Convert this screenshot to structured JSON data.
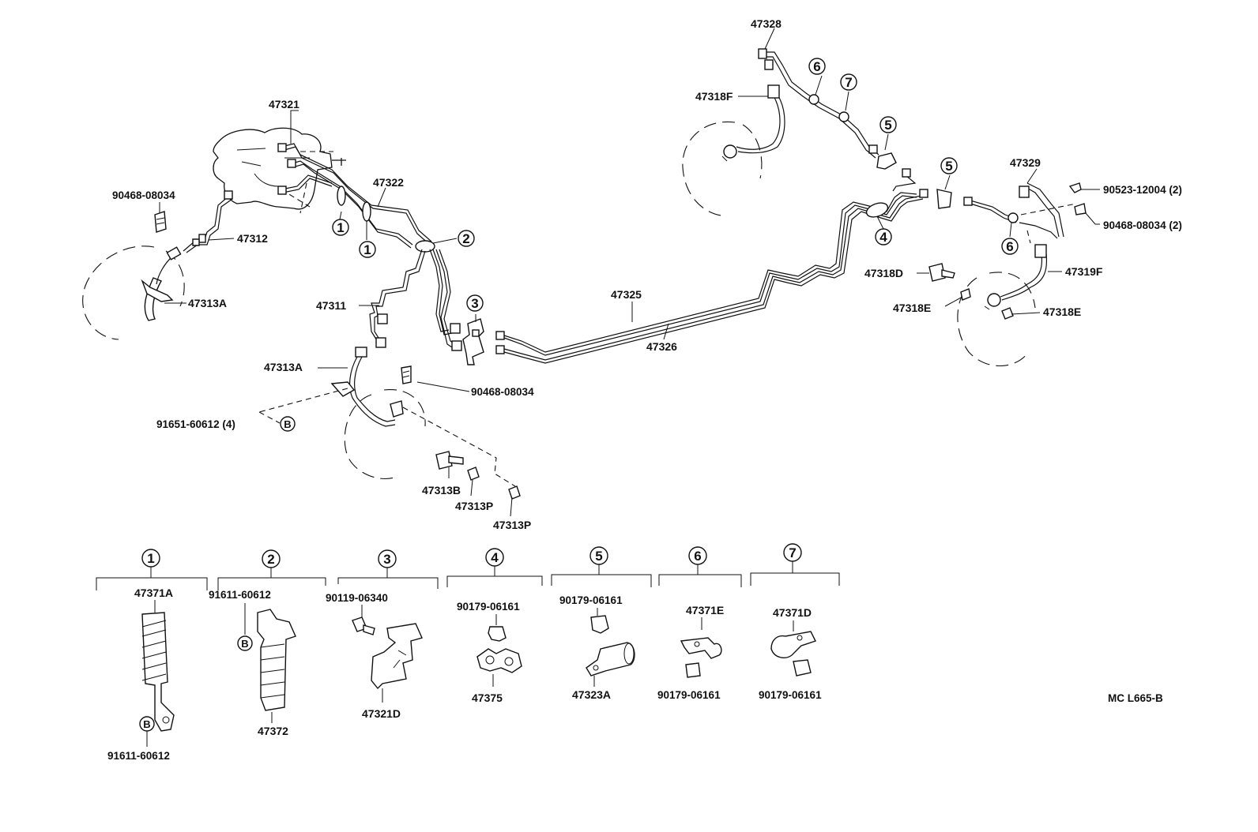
{
  "diagram_code": "MC L665-B",
  "callouts": {
    "c1": "1",
    "c2": "2",
    "c3": "3",
    "c4": "4",
    "c5": "5",
    "c6": "6",
    "c7": "7",
    "b": "B"
  },
  "labels": {
    "p47328": "47328",
    "p47318F": "47318F",
    "p47321": "47321",
    "p47322": "47322",
    "p90468_08034_a": "90468-08034",
    "p47312": "47312",
    "p47313A_a": "47313A",
    "p47311": "47311",
    "p47313A_b": "47313A",
    "p90468_08034_b": "90468-08034",
    "p91651_60612": "91651-60612 (4)",
    "p47313B": "47313B",
    "p47313P_a": "47313P",
    "p47313P_b": "47313P",
    "p47325": "47325",
    "p47326": "47326",
    "p47329": "47329",
    "p90523_12004": "90523-12004 (2)",
    "p90468_08034_c": "90468-08034 (2)",
    "p47318D": "47318D",
    "p47318E_a": "47318E",
    "p47318E_b": "47318E",
    "p47319F": "47319F"
  },
  "detail_groups": [
    {
      "num": "1",
      "top_label": "47371A",
      "bottom_label": "91611-60612",
      "bottom_callout": "B"
    },
    {
      "num": "2",
      "top_label": "91611-60612",
      "mid_callout": "B",
      "bottom_label": "47372"
    },
    {
      "num": "3",
      "top_label": "90119-06340",
      "bottom_label": "47321D"
    },
    {
      "num": "4",
      "top_label": "90179-06161",
      "bottom_label": "47375"
    },
    {
      "num": "5",
      "top_label": "90179-06161",
      "bottom_label": "47323A"
    },
    {
      "num": "6",
      "top_label": "47371E",
      "bottom_label": "90179-06161"
    },
    {
      "num": "7",
      "top_label": "47371D",
      "bottom_label": "90179-06161"
    }
  ]
}
